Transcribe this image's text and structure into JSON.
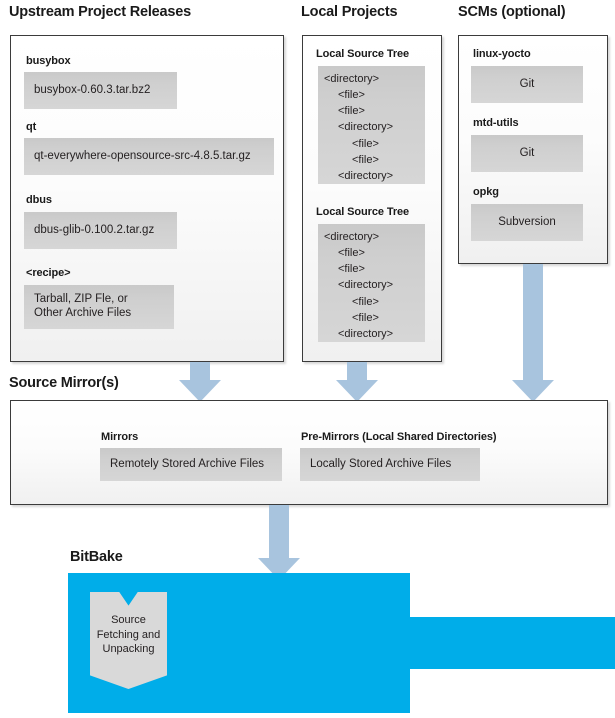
{
  "colors": {
    "arrow": "#a8c4de",
    "bitbake": "#00ade9",
    "gray_box": "#d0d0d0",
    "panel_border": "#3b3b3b",
    "text": "#231f20"
  },
  "sections": {
    "upstream": {
      "title": "Upstream Project Releases",
      "items": [
        {
          "label": "busybox",
          "value": "busybox-0.60.3.tar.bz2"
        },
        {
          "label": "qt",
          "value": "qt-everywhere-opensource-src-4.8.5.tar.gz"
        },
        {
          "label": "dbus",
          "value": "dbus-glib-0.100.2.tar.gz"
        },
        {
          "label": "<recipe>",
          "value_line1": "Tarball, ZIP Fle, or",
          "value_line2": "Other Archive Files"
        }
      ]
    },
    "local_projects": {
      "title": "Local Projects",
      "trees": [
        {
          "label": "Local Source Tree",
          "rows": [
            {
              "text": "<directory>",
              "depth": 0
            },
            {
              "text": "<file>",
              "depth": 1
            },
            {
              "text": "<file>",
              "depth": 1
            },
            {
              "text": "<directory>",
              "depth": 1
            },
            {
              "text": "<file>",
              "depth": 2
            },
            {
              "text": "<file>",
              "depth": 2
            },
            {
              "text": "<directory>",
              "depth": 1
            }
          ]
        },
        {
          "label": "Local Source Tree",
          "rows": [
            {
              "text": "<directory>",
              "depth": 0
            },
            {
              "text": "<file>",
              "depth": 1
            },
            {
              "text": "<file>",
              "depth": 1
            },
            {
              "text": "<directory>",
              "depth": 1
            },
            {
              "text": "<file>",
              "depth": 2
            },
            {
              "text": "<file>",
              "depth": 2
            },
            {
              "text": "<directory>",
              "depth": 1
            }
          ]
        }
      ]
    },
    "scms": {
      "title": "SCMs (optional)",
      "items": [
        {
          "label": "linux-yocto",
          "value": "Git"
        },
        {
          "label": "mtd-utils",
          "value": "Git"
        },
        {
          "label": "opkg",
          "value": "Subversion"
        }
      ]
    },
    "source_mirrors": {
      "title": "Source Mirror(s)",
      "items": [
        {
          "label": "Mirrors",
          "value": "Remotely Stored Archive Files"
        },
        {
          "label": "Pre-Mirrors (Local Shared Directories)",
          "value": "Locally Stored Archive Files"
        }
      ]
    },
    "bitbake": {
      "title": "BitBake",
      "process": {
        "line1": "Source",
        "line2": "Fetching and",
        "line3": "Unpacking"
      }
    }
  },
  "arrows": [
    {
      "name": "upstream-to-mirrors",
      "direction": "down"
    },
    {
      "name": "local-to-mirrors",
      "direction": "down"
    },
    {
      "name": "scms-to-mirrors",
      "direction": "down"
    },
    {
      "name": "mirrors-to-bitbake",
      "direction": "down"
    }
  ]
}
